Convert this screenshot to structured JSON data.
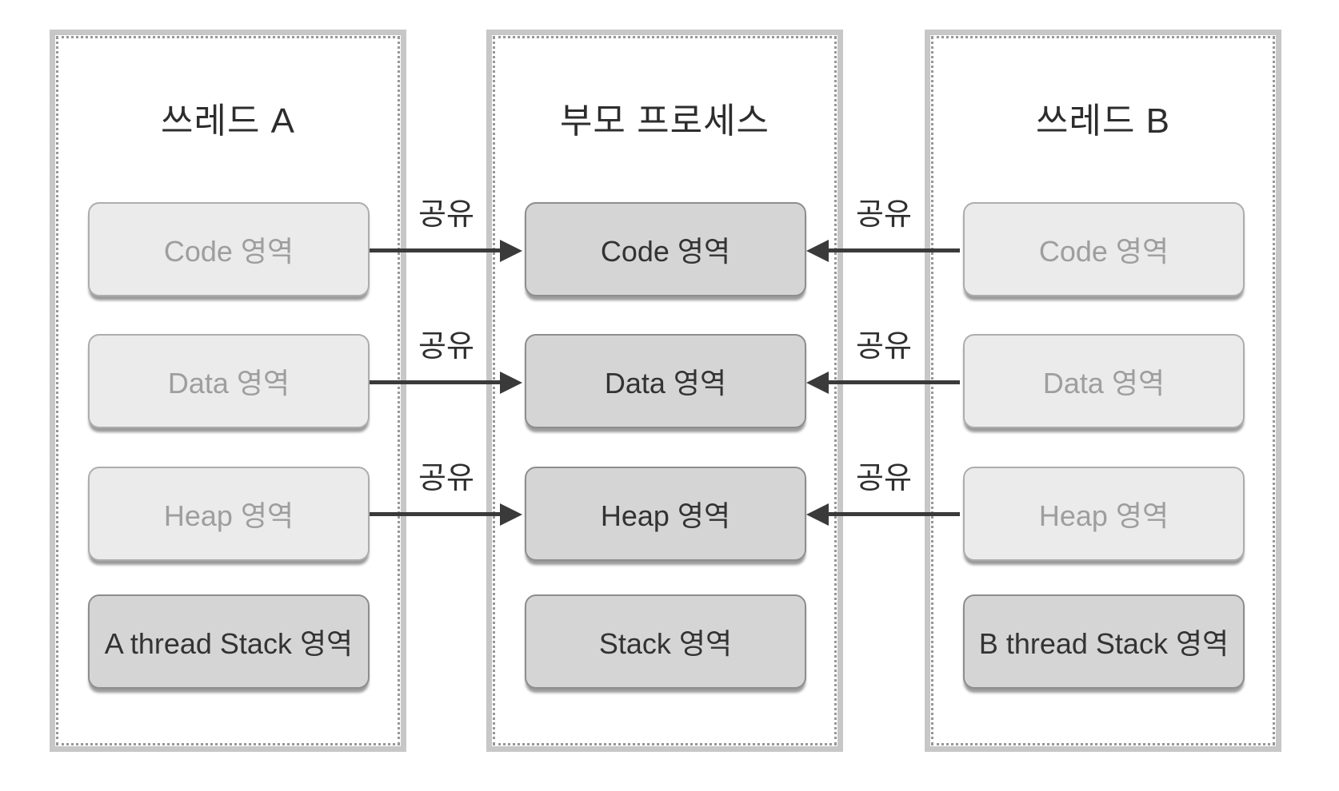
{
  "diagram": {
    "title_note": "thread memory sharing diagram",
    "columns": [
      {
        "id": "thread-a",
        "title": "쓰레드 A",
        "boxes": [
          {
            "label": "Code 영역",
            "variant": "light"
          },
          {
            "label": "Data 영역",
            "variant": "light"
          },
          {
            "label": "Heap 영역",
            "variant": "light"
          },
          {
            "label": "A thread Stack 영역",
            "variant": "dark"
          }
        ]
      },
      {
        "id": "parent-process",
        "title": "부모 프로세스",
        "boxes": [
          {
            "label": "Code 영역",
            "variant": "dark"
          },
          {
            "label": "Data 영역",
            "variant": "dark"
          },
          {
            "label": "Heap 영역",
            "variant": "dark"
          },
          {
            "label": "Stack 영역",
            "variant": "dark"
          }
        ]
      },
      {
        "id": "thread-b",
        "title": "쓰레드 B",
        "boxes": [
          {
            "label": "Code 영역",
            "variant": "light"
          },
          {
            "label": "Data 영역",
            "variant": "light"
          },
          {
            "label": "Heap 영역",
            "variant": "light"
          },
          {
            "label": "B thread Stack 영역",
            "variant": "dark"
          }
        ]
      }
    ],
    "arrows": [
      {
        "label": "공유",
        "from": "thread-a-code",
        "to": "parent-code",
        "direction": "right"
      },
      {
        "label": "공유",
        "from": "thread-a-data",
        "to": "parent-data",
        "direction": "right"
      },
      {
        "label": "공유",
        "from": "thread-a-heap",
        "to": "parent-heap",
        "direction": "right"
      },
      {
        "label": "공유",
        "from": "thread-b-code",
        "to": "parent-code",
        "direction": "left"
      },
      {
        "label": "공유",
        "from": "thread-b-data",
        "to": "parent-data",
        "direction": "left"
      },
      {
        "label": "공유",
        "from": "thread-b-heap",
        "to": "parent-heap",
        "direction": "left"
      }
    ]
  },
  "colors": {
    "box-light-fill": "#ebebeb",
    "box-light-border": "#adadad",
    "box-light-text": "#9e9e9e",
    "box-dark-fill": "#d5d5d5",
    "box-dark-border": "#8d8d8d",
    "box-dark-text": "#333333",
    "panel-frame": "#c7c7c7",
    "panel-dotted": "#979797",
    "arrow-color": "#3a3a3a",
    "title-color": "#2d2d2d",
    "share-color": "#2f2f2f"
  }
}
